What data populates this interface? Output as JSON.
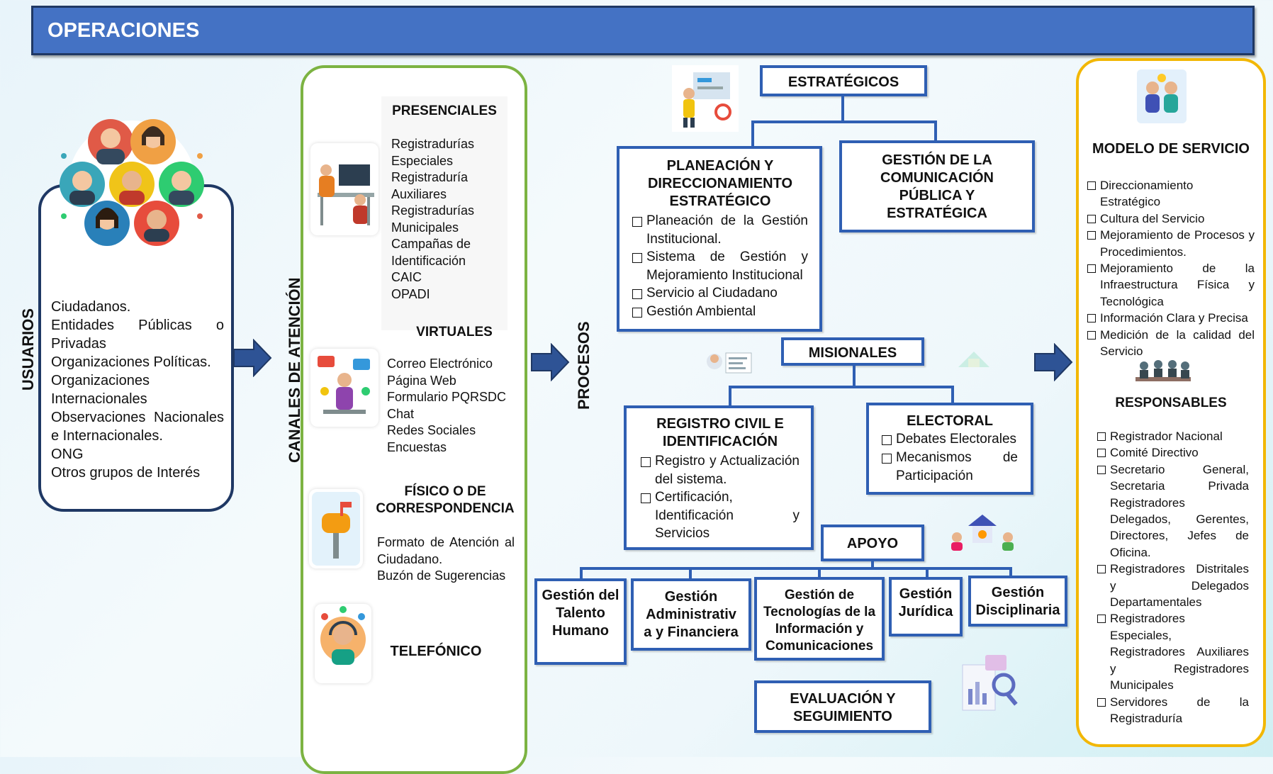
{
  "header": {
    "title": "OPERACIONES"
  },
  "usuarios": {
    "label": "USUARIOS",
    "items": [
      "Ciudadanos.",
      "Entidades Públicas o Privadas",
      "Organizaciones Políticas.",
      "Organizaciones Internacionales",
      "Observaciones Nacionales e Internacionales.",
      "ONG",
      "Otros grupos de Interés"
    ]
  },
  "canales": {
    "label": "CANALES DE ATENCIÓN",
    "presenciales": {
      "title": "PRESENCIALES",
      "items": [
        "Registradurías Especiales",
        "Registraduría Auxiliares",
        "Registradurías Municipales",
        "Campañas de Identificación",
        "CAIC",
        "OPADI"
      ]
    },
    "virtuales": {
      "title": "VIRTUALES",
      "items": [
        "Correo Electrónico",
        "Página Web",
        "Formulario PQRSDC",
        "Chat",
        "Redes Sociales",
        "Encuestas"
      ]
    },
    "fisico": {
      "title": "FÍSICO O DE CORRESPONDENCIA",
      "items": [
        "Formato de Atención al Ciudadano.",
        "Buzón de Sugerencias"
      ]
    },
    "telefonico": {
      "title": "TELEFÓNICO"
    }
  },
  "procesos": {
    "label": "PROCESOS",
    "estrategicos": "ESTRATÉGICOS",
    "planeacion": {
      "title": "PLANEACIÓN Y DIRECCIONAMIENTO ESTRATÉGICO",
      "items": [
        "Planeación de la Gestión Institucional.",
        "Sistema de Gestión y Mejoramiento Institucional",
        "Servicio al Ciudadano",
        "Gestión Ambiental"
      ]
    },
    "comunicacion": "GESTIÓN DE LA COMUNICACIÓN PÚBLICA Y ESTRATÉGICA",
    "misionales": "MISIONALES",
    "registro": {
      "title": "REGISTRO CIVIL E IDENTIFICACIÓN",
      "items": [
        "Registro y Actualización del sistema.",
        "Certificación, Identificación y Servicios"
      ]
    },
    "electoral": {
      "title": "ELECTORAL",
      "items": [
        "Debates Electorales",
        "Mecanismos de Participación"
      ]
    },
    "apoyo": "APOYO",
    "apoyo_items": [
      "Gestión del Talento Humano",
      "Gestión Administrativ a y Financiera",
      "Gestión de Tecnologías de la Información y Comunicaciones",
      "Gestión Jurídica",
      "Gestión Disciplinaria"
    ],
    "evaluacion": "EVALUACIÓN Y SEGUIMIENTO"
  },
  "modelo": {
    "title": "MODELO DE SERVICIO",
    "items": [
      "Direccionamiento Estratégico",
      "Cultura del Servicio",
      "Mejoramiento de Procesos y Procedimientos.",
      "Mejoramiento de la Infraestructura Física y Tecnológica",
      "Información Clara y Precisa",
      "Medición de la calidad del Servicio"
    ],
    "responsables_title": "RESPONSABLES",
    "responsables": [
      "Registrador Nacional",
      "Comité Directivo",
      "Secretario General, Secretaria Privada Registradores Delegados, Gerentes, Directores, Jefes de Oficina.",
      "Registradores Distritales y Delegados Departamentales",
      "Registradores Especiales, Registradores Auxiliares y Registradores Municipales",
      "Servidores de la Registraduría"
    ]
  },
  "colors": {
    "header": "#4472c4",
    "box_border": "#2f5fb3",
    "canales_border": "#7cb342",
    "modelo_border": "#f2b705",
    "arrow": "#2e5395"
  }
}
